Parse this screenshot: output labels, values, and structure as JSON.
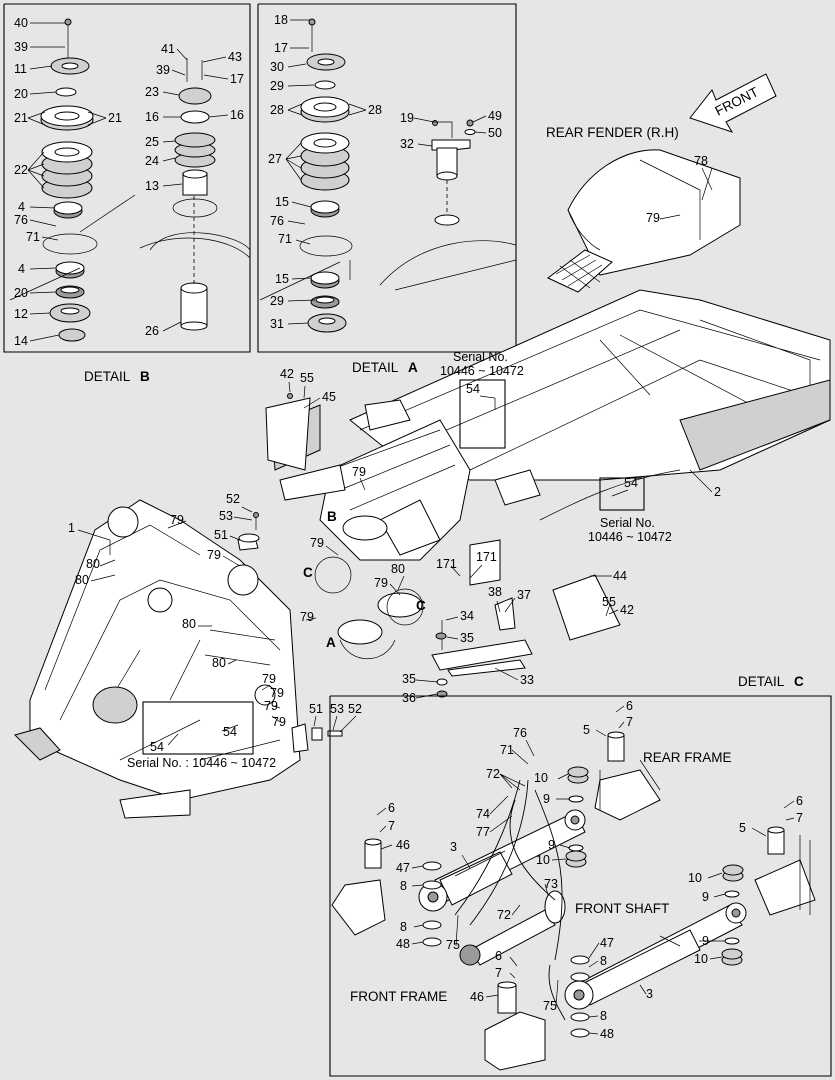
{
  "labels": {
    "front": "FRONT",
    "rear_fender": "REAR FENDER (R.H)",
    "detail_b": "DETAIL",
    "detail_b_letter": "B",
    "detail_a": "DETAIL",
    "detail_a_letter": "A",
    "detail_c": "DETAIL",
    "detail_c_letter": "C",
    "serial_no": "Serial No.",
    "serial_range": "10446 ~ 10472",
    "serial_no_2": "Serial No.",
    "serial_range_2": "10446 ~ 10472",
    "serial_full": "Serial No. : 10446 ~ 10472",
    "rear_frame": "REAR FRAME",
    "front_shaft": "FRONT SHAFT",
    "front_frame": "FRONT FRAME",
    "mark_a": "A",
    "mark_b": "B",
    "mark_c1": "C",
    "mark_c2": "C"
  },
  "detail_b_callouts": [
    {
      "n": "40"
    },
    {
      "n": "39"
    },
    {
      "n": "11"
    },
    {
      "n": "20"
    },
    {
      "n": "21"
    },
    {
      "n": "21"
    },
    {
      "n": "22"
    },
    {
      "n": "4"
    },
    {
      "n": "76"
    },
    {
      "n": "71"
    },
    {
      "n": "4"
    },
    {
      "n": "20"
    },
    {
      "n": "12"
    },
    {
      "n": "14"
    },
    {
      "n": "41"
    },
    {
      "n": "43"
    },
    {
      "n": "39"
    },
    {
      "n": "17"
    },
    {
      "n": "23"
    },
    {
      "n": "16"
    },
    {
      "n": "16"
    },
    {
      "n": "25"
    },
    {
      "n": "24"
    },
    {
      "n": "13"
    },
    {
      "n": "26"
    }
  ],
  "detail_a_callouts": [
    {
      "n": "18"
    },
    {
      "n": "17"
    },
    {
      "n": "30"
    },
    {
      "n": "29"
    },
    {
      "n": "28"
    },
    {
      "n": "28"
    },
    {
      "n": "27"
    },
    {
      "n": "15"
    },
    {
      "n": "76"
    },
    {
      "n": "71"
    },
    {
      "n": "15"
    },
    {
      "n": "29"
    },
    {
      "n": "31"
    },
    {
      "n": "19"
    },
    {
      "n": "49"
    },
    {
      "n": "50"
    },
    {
      "n": "32"
    }
  ],
  "main_callouts": [
    {
      "n": "78"
    },
    {
      "n": "79"
    },
    {
      "n": "42"
    },
    {
      "n": "55"
    },
    {
      "n": "45"
    },
    {
      "n": "54"
    },
    {
      "n": "79"
    },
    {
      "n": "2"
    },
    {
      "n": "54"
    },
    {
      "n": "1"
    },
    {
      "n": "79"
    },
    {
      "n": "52"
    },
    {
      "n": "53"
    },
    {
      "n": "51"
    },
    {
      "n": "79"
    },
    {
      "n": "80"
    },
    {
      "n": "80"
    },
    {
      "n": "79"
    },
    {
      "n": "79"
    },
    {
      "n": "80"
    },
    {
      "n": "171"
    },
    {
      "n": "171"
    },
    {
      "n": "80"
    },
    {
      "n": "79"
    },
    {
      "n": "44"
    },
    {
      "n": "38"
    },
    {
      "n": "37"
    },
    {
      "n": "34"
    },
    {
      "n": "55"
    },
    {
      "n": "42"
    },
    {
      "n": "35"
    },
    {
      "n": "80"
    },
    {
      "n": "79"
    },
    {
      "n": "33"
    },
    {
      "n": "35"
    },
    {
      "n": "36"
    },
    {
      "n": "79"
    },
    {
      "n": "79"
    },
    {
      "n": "54"
    },
    {
      "n": "54"
    },
    {
      "n": "51"
    },
    {
      "n": "53"
    },
    {
      "n": "52"
    },
    {
      "n": "79"
    }
  ],
  "detail_c_callouts": [
    {
      "n": "6"
    },
    {
      "n": "7"
    },
    {
      "n": "5"
    },
    {
      "n": "76"
    },
    {
      "n": "71"
    },
    {
      "n": "72"
    },
    {
      "n": "10"
    },
    {
      "n": "9"
    },
    {
      "n": "74"
    },
    {
      "n": "77"
    },
    {
      "n": "9"
    },
    {
      "n": "10"
    },
    {
      "n": "6"
    },
    {
      "n": "7"
    },
    {
      "n": "5"
    },
    {
      "n": "6"
    },
    {
      "n": "7"
    },
    {
      "n": "46"
    },
    {
      "n": "3"
    },
    {
      "n": "47"
    },
    {
      "n": "8"
    },
    {
      "n": "73"
    },
    {
      "n": "10"
    },
    {
      "n": "9"
    },
    {
      "n": "72"
    },
    {
      "n": "8"
    },
    {
      "n": "48"
    },
    {
      "n": "75"
    },
    {
      "n": "9"
    },
    {
      "n": "10"
    },
    {
      "n": "47"
    },
    {
      "n": "6"
    },
    {
      "n": "7"
    },
    {
      "n": "8"
    },
    {
      "n": "46"
    },
    {
      "n": "75"
    },
    {
      "n": "3"
    },
    {
      "n": "8"
    },
    {
      "n": "48"
    }
  ]
}
